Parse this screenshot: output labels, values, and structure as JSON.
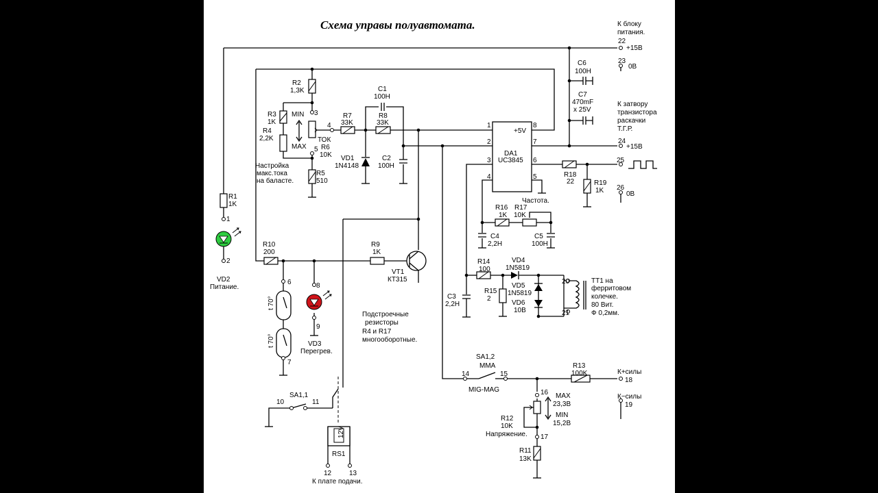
{
  "title": "Схема управы полуавтомата.",
  "colors": {
    "led_green": "#2ecc40",
    "led_red": "#d0141a",
    "background": "#000000",
    "sheet": "#ffffff"
  },
  "labels": {
    "k_bloku": "К блоку",
    "pitaniya": "питания.",
    "n22": "22",
    "n23": "23",
    "n24": "24",
    "n25": "25",
    "n26": "26",
    "v15a": "+15В",
    "v0a": "0В",
    "v15b": "+15В",
    "v0b": "0В",
    "c6": "C6",
    "c6v": "100Н",
    "c7": "C7",
    "c7v1": "470mF",
    "c7v2": "x 25V",
    "gate1": "К затвору",
    "gate2": "транзистора",
    "gate3": "раскачки",
    "gate4": "Т.Г.Р.",
    "r2": "R2",
    "r2v": "1,3K",
    "r3": "R3",
    "r3v": "1K",
    "r4": "R4",
    "r4v": "2,2K",
    "min": "MIN",
    "max": "MAX",
    "tok": "ТОК",
    "r6": "R6",
    "r6v": "10K",
    "p3": "3",
    "p4": "4",
    "p5": "5",
    "nast1": "Настройка",
    "nast2": "макс.тока",
    "nast3": "на баласте.",
    "r5": "R5",
    "r5v": "510",
    "r7": "R7",
    "r7v": "33K",
    "c1": "C1",
    "c1v": "100Н",
    "r8": "R8",
    "r8v": "33K",
    "vd1": "VD1",
    "vd1v": "1N4148",
    "c2": "C2",
    "c2v": "100Н",
    "da1": "DA1",
    "da1v": "UC3845",
    "v5": "+5V",
    "pin1": "1",
    "pin2": "2",
    "pin3": "3",
    "pin4": "4",
    "pin5": "5",
    "pin6": "6",
    "pin7": "7",
    "pin8": "8",
    "r18": "R18",
    "r18v": "22",
    "r19": "R19",
    "r19v": "1K",
    "chast": "Частота.",
    "r16": "R16",
    "r16v": "1K",
    "r17": "R17",
    "r17v": "10K",
    "c4": "C4",
    "c4v": "2,2Н",
    "c5": "C5",
    "c5v": "100Н",
    "r1": "R1",
    "r1v": "1K",
    "n1": "1",
    "n2": "2",
    "vd2": "VD2",
    "vd2v": "Питание.",
    "r10": "R10",
    "r10v": "200",
    "r9": "R9",
    "r9v": "1K",
    "vt1": "VT1",
    "vt1v": "КТ315",
    "r14": "R14",
    "r14v": "100",
    "vd4": "VD4",
    "vd4v": "1N5819",
    "vd5": "VD5",
    "vd5v": "1N5819",
    "r15": "R15",
    "r15v": "2",
    "vd6": "VD6",
    "vd6v": "10В",
    "c3": "C3",
    "c3v": "2,2Н",
    "n20": "20",
    "n21": "21",
    "tt1a": "TT1 на",
    "tt1b": "ферритовом",
    "tt1c": "колечке.",
    "tt1d": "80 Вит.",
    "tt1e": "Ф 0,2мм.",
    "n6": "6",
    "n7": "7",
    "n8": "8",
    "n9": "9",
    "t70a": "t 70°",
    "t70b": "t 70°",
    "vd3": "VD3",
    "vd3v": "Перегрев.",
    "pod1": "Подстроечные",
    "pod2": "резисторы",
    "pod3": "R4 и R17",
    "pod4": "многооборотные.",
    "sa11": "SA1,1",
    "n10": "10",
    "n11": "11",
    "sa12": "SA1,2",
    "mma": "MMA",
    "n14": "14",
    "n15": "15",
    "migmag": "MIG-MAG",
    "r13": "R13",
    "r13v": "100K",
    "kplus": "К+силы",
    "n18": "18",
    "kminus": "К−силы",
    "n19": "19",
    "n16": "16",
    "max2": "MAX",
    "max2v": "23,3В",
    "min2": "MIN",
    "min2v": "15,2В",
    "r12": "R12",
    "r12v": "10K",
    "napr": "Напряжение.",
    "n17": "17",
    "r11": "R11",
    "r11v": "13K",
    "rs12v": "12V",
    "rs1": "RS1",
    "n12": "12",
    "n13": "13",
    "plata": "К плате подачи."
  }
}
